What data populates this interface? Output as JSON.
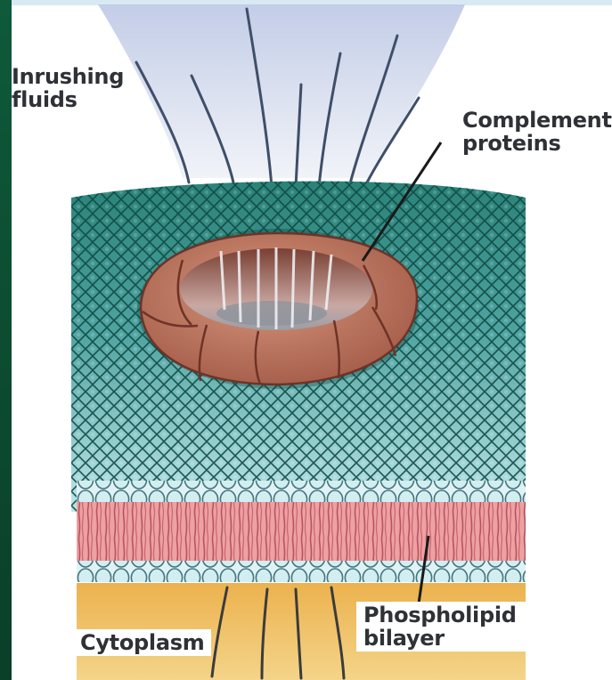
{
  "labels": {
    "inrushing": [
      "Inrushing",
      "fluids"
    ],
    "complement": [
      "Complement",
      "proteins"
    ],
    "phospholipid": [
      "Phospholipid",
      "bilayer"
    ],
    "cytoplasm": "Cytoplasm"
  },
  "colors": {
    "membrane_top": "#2a8278",
    "membrane_bottom": "#bfe6ea",
    "pore": "#b36b56",
    "bilayer_tails": "#e98a8c",
    "cytoplasm": "#e6b04c",
    "fluid": "#c8d3ea"
  }
}
